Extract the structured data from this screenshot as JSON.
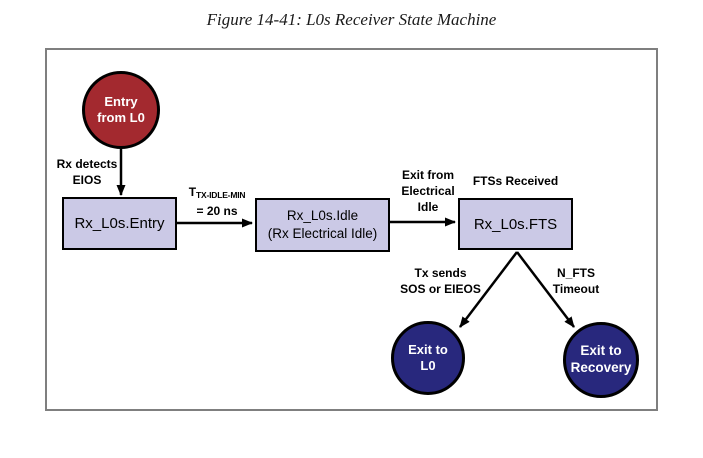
{
  "figure": {
    "title": "Figure 14-41: L0s Receiver State Machine"
  },
  "states": {
    "entry": {
      "line1": "Entry",
      "line2": "from L0"
    },
    "rx_l0s_entry": {
      "label": "Rx_L0s.Entry"
    },
    "rx_l0s_idle": {
      "line1": "Rx_L0s.Idle",
      "line2": "(Rx Electrical Idle)"
    },
    "rx_l0s_fts": {
      "label": "Rx_L0s.FTS"
    },
    "exit_l0": {
      "line1": "Exit to",
      "line2": "L0"
    },
    "exit_recovery": {
      "line1": "Exit to",
      "line2": "Recovery"
    }
  },
  "transitions": {
    "rx_detects_eios": {
      "line1": "Rx detects",
      "line2": "EIOS"
    },
    "tx_idle_min": {
      "symbol": "T",
      "subscript": "TX-IDLE-MIN",
      "value": "= 20 ns"
    },
    "exit_from_electrical_idle": {
      "line1": "Exit from",
      "line2": "Electrical",
      "line3": "Idle"
    },
    "ftss_received": {
      "label": "FTSs Received"
    },
    "tx_sends_sos": {
      "line1": "Tx sends",
      "line2": "SOS or EIEOS"
    },
    "n_fts_timeout": {
      "line1": "N_FTS",
      "line2": "Timeout"
    }
  },
  "colors": {
    "entry_state_fill": "#A3292F",
    "exit_state_fill": "#28287D",
    "state_box_fill": "#CBC9E6",
    "node_border": "#000000",
    "frame_border": "#7F7F7F"
  }
}
